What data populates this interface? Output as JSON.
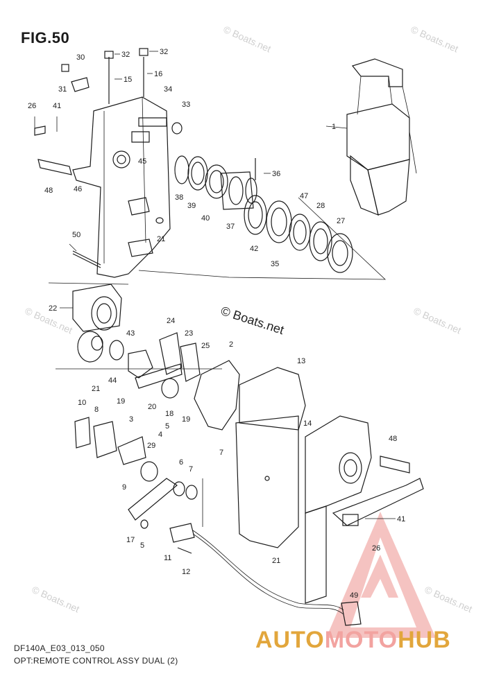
{
  "figure": {
    "title": "FIG.50",
    "code": "DF140A_E03_013_050",
    "description": "OPT:REMOTE CONTROL ASSY DUAL (2)"
  },
  "watermarks": [
    "© Boats.net",
    "© Boats.net",
    "© Boats.net",
    "© Boats.net",
    "© Boats.net",
    "© Boats.net"
  ],
  "center_watermark": "© Boats.net",
  "brand": {
    "part1": "AUTO",
    "part2": "MOTO",
    "part3": "HUB",
    "logo_icon": "triangle-logo-icon",
    "colors": {
      "gold": "#e2a63c",
      "pink": "#f2a3a0"
    }
  },
  "callouts": [
    "32",
    "32",
    "30",
    "31",
    "15",
    "16",
    "34",
    "26",
    "41",
    "33",
    "1",
    "45",
    "36",
    "48",
    "46",
    "38",
    "39",
    "40",
    "37",
    "47",
    "28",
    "27",
    "21",
    "42",
    "35",
    "50",
    "22",
    "24",
    "23",
    "43",
    "25",
    "2",
    "13",
    "21",
    "44",
    "20",
    "10",
    "19",
    "3",
    "8",
    "5",
    "4",
    "18",
    "19",
    "14",
    "29",
    "6",
    "7",
    "9",
    "7",
    "48",
    "17",
    "5",
    "11",
    "12",
    "21",
    "41",
    "26",
    "49"
  ]
}
